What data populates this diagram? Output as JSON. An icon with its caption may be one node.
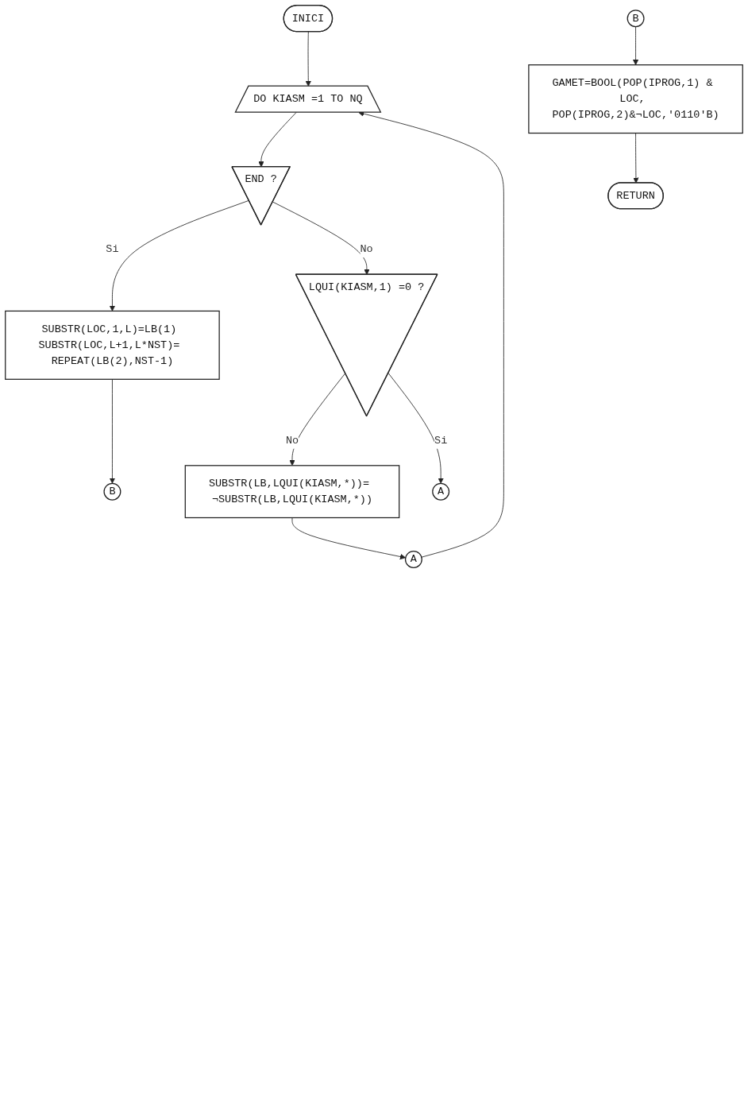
{
  "diagram": {
    "nodes": [
      {
        "text": [
          "INICI"
        ]
      },
      {
        "text": [
          "DO KIASM =1 TO NQ"
        ]
      },
      {
        "text": [
          "A"
        ]
      },
      {
        "text": [
          "END ?"
        ]
      },
      {
        "text": [
          "SUBSTR(LOC,1,L)=LB(1) SUBSTR(LOC,L+1,L*NST)= REPEAT(LB(2),NST-1)"
        ]
      },
      {
        "text": [
          "B"
        ]
      },
      {
        "text": [
          "LQUI(KIASM,1) =0 ?"
        ]
      },
      {
        "text": [
          "SUBSTR(LB,LQUI(KIASM,*))= ¬SUBSTR(LB,LQUI(KIASM,*))"
        ]
      },
      {
        "text": [
          "A"
        ]
      },
      {
        "text": [
          "B"
        ]
      },
      {
        "text": [
          "GAMET=BOOL(POP(IPROG,1) & LOC, POP(IPROG,2)&¬LOC,'0110'B)"
        ]
      },
      {
        "text": [
          "RETURN"
        ]
      }
    ],
    "edges": [
      {
        "from": 0,
        "to": 1,
        "arrow": "to"
      },
      {
        "from": 1,
        "to": 3,
        "arrow": "to"
      },
      {
        "from": 3,
        "to": 4,
        "arrow": "to",
        "label": "Si"
      },
      {
        "from": 3,
        "to": 6,
        "arrow": "to",
        "label": "No"
      },
      {
        "from": 4,
        "to": 5,
        "arrow": "to"
      },
      {
        "from": 6,
        "to": 7,
        "arrow": "to",
        "label": "No"
      },
      {
        "from": 6,
        "to": 8,
        "arrow": "to",
        "label": "Si"
      },
      {
        "from": 7,
        "to": 2,
        "arrow": "to"
      },
      {
        "from": 2,
        "to": 1,
        "arrow": "to"
      },
      {
        "from": 9,
        "to": 10,
        "arrow": "to"
      },
      {
        "from": 10,
        "to": 11,
        "arrow": "to"
      }
    ]
  }
}
